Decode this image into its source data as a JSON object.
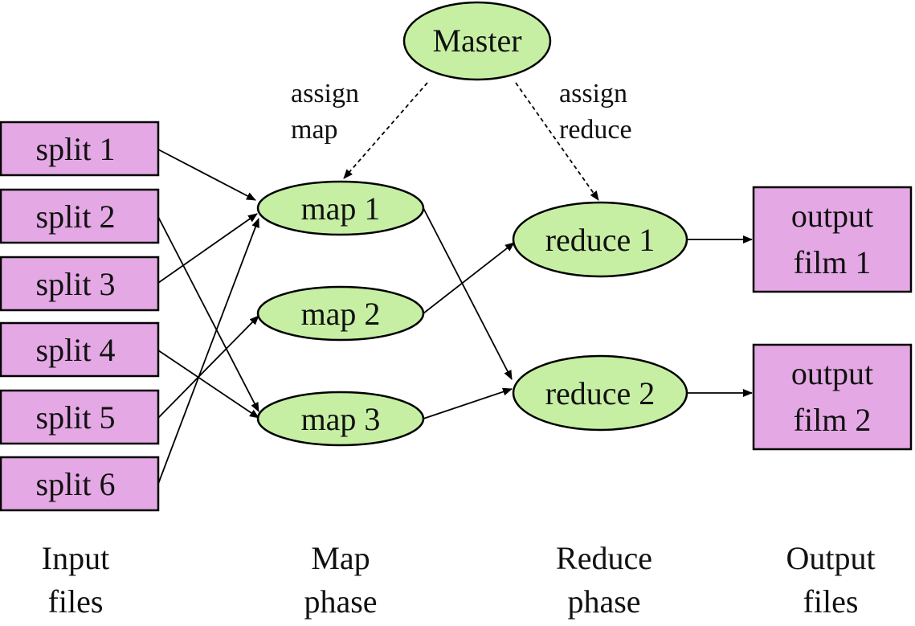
{
  "colors": {
    "input_box_fill": "#e4a8e4",
    "task_ellipse_fill": "#c6efa3",
    "stroke": "#000000"
  },
  "nodes": {
    "master": "Master",
    "splits": [
      "split 1",
      "split 2",
      "split 3",
      "split 4",
      "split 5",
      "split 6"
    ],
    "maps": [
      "map 1",
      "map 2",
      "map 3"
    ],
    "reduces": [
      "reduce 1",
      "reduce 2"
    ],
    "outputs": [
      {
        "line1": "output",
        "line2": "film 1"
      },
      {
        "line1": "output",
        "line2": "film 2"
      }
    ]
  },
  "annotations": {
    "assign_map": {
      "line1": "assign",
      "line2": "map"
    },
    "assign_reduce": {
      "line1": "assign",
      "line2": "reduce"
    }
  },
  "phase_labels": {
    "input": {
      "line1": "Input",
      "line2": "files"
    },
    "map": {
      "line1": "Map",
      "line2": "phase"
    },
    "reduce": {
      "line1": "Reduce",
      "line2": "phase"
    },
    "output": {
      "line1": "Output",
      "line2": "files"
    }
  },
  "edges": [
    {
      "from": "master",
      "to": "map1",
      "style": "dashed"
    },
    {
      "from": "master",
      "to": "reduce1",
      "style": "dashed"
    },
    {
      "from": "split1",
      "to": "map1",
      "style": "solid"
    },
    {
      "from": "split2",
      "to": "map3",
      "style": "solid"
    },
    {
      "from": "split3",
      "to": "map1",
      "style": "solid"
    },
    {
      "from": "split4",
      "to": "map3",
      "style": "solid"
    },
    {
      "from": "split5",
      "to": "map2",
      "style": "solid"
    },
    {
      "from": "split6",
      "to": "map1",
      "style": "solid"
    },
    {
      "from": "map1",
      "to": "reduce2",
      "style": "solid"
    },
    {
      "from": "map2",
      "to": "reduce1",
      "style": "solid"
    },
    {
      "from": "map3",
      "to": "reduce2",
      "style": "solid"
    },
    {
      "from": "reduce1",
      "to": "output1",
      "style": "solid"
    },
    {
      "from": "reduce2",
      "to": "output2",
      "style": "solid"
    }
  ]
}
